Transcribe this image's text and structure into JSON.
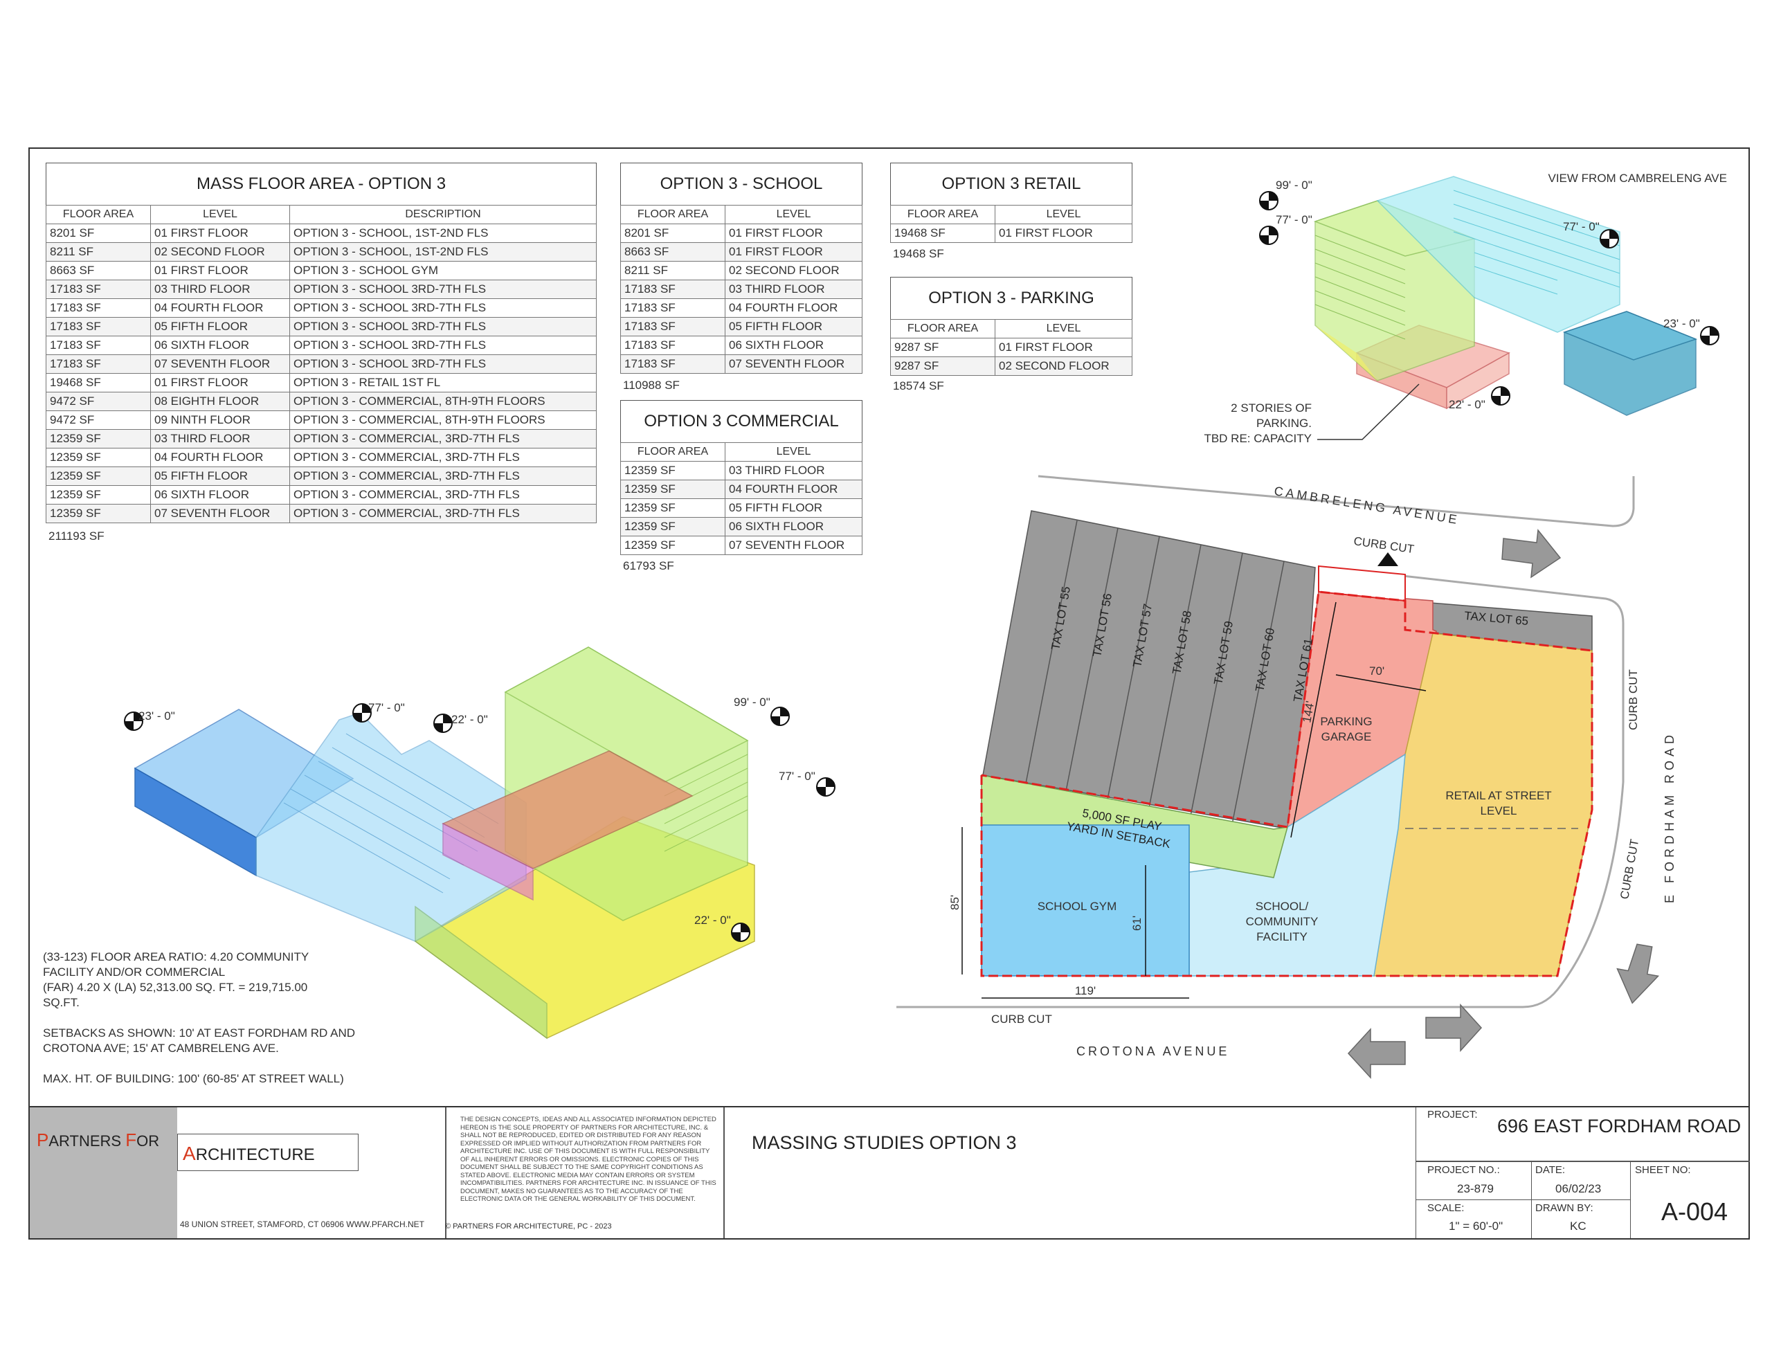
{
  "mass_table": {
    "title": "MASS FLOOR AREA - OPTION 3",
    "headers": [
      "FLOOR AREA",
      "LEVEL",
      "DESCRIPTION"
    ],
    "rows": [
      [
        "8201 SF",
        "01 FIRST FLOOR",
        "OPTION 3 - SCHOOL, 1ST-2ND FLS"
      ],
      [
        "8211 SF",
        "02 SECOND FLOOR",
        "OPTION 3 - SCHOOL, 1ST-2ND FLS"
      ],
      [
        "8663 SF",
        "01 FIRST FLOOR",
        "OPTION 3 - SCHOOL GYM"
      ],
      [
        "17183 SF",
        "03 THIRD FLOOR",
        "OPTION 3 - SCHOOL 3RD-7TH FLS"
      ],
      [
        "17183 SF",
        "04 FOURTH FLOOR",
        "OPTION 3 - SCHOOL 3RD-7TH FLS"
      ],
      [
        "17183 SF",
        "05 FIFTH FLOOR",
        "OPTION 3 - SCHOOL 3RD-7TH FLS"
      ],
      [
        "17183 SF",
        "06 SIXTH FLOOR",
        "OPTION 3 - SCHOOL 3RD-7TH FLS"
      ],
      [
        "17183 SF",
        "07 SEVENTH FLOOR",
        "OPTION 3 - SCHOOL 3RD-7TH FLS"
      ],
      [
        "19468 SF",
        "01 FIRST FLOOR",
        "OPTION 3 - RETAIL 1ST FL"
      ],
      [
        "9472 SF",
        "08 EIGHTH FLOOR",
        "OPTION 3 - COMMERCIAL, 8TH-9TH FLOORS"
      ],
      [
        "9472 SF",
        "09 NINTH FLOOR",
        "OPTION 3 - COMMERCIAL, 8TH-9TH FLOORS"
      ],
      [
        "12359 SF",
        "03 THIRD FLOOR",
        "OPTION 3 - COMMERCIAL, 3RD-7TH FLS"
      ],
      [
        "12359 SF",
        "04 FOURTH FLOOR",
        "OPTION 3 - COMMERCIAL, 3RD-7TH FLS"
      ],
      [
        "12359 SF",
        "05 FIFTH FLOOR",
        "OPTION 3 - COMMERCIAL, 3RD-7TH FLS"
      ],
      [
        "12359 SF",
        "06 SIXTH FLOOR",
        "OPTION 3 - COMMERCIAL, 3RD-7TH FLS"
      ],
      [
        "12359 SF",
        "07 SEVENTH FLOOR",
        "OPTION 3 - COMMERCIAL, 3RD-7TH FLS"
      ]
    ],
    "total": "211193 SF"
  },
  "school_table": {
    "title": "OPTION 3 - SCHOOL",
    "headers": [
      "FLOOR AREA",
      "LEVEL"
    ],
    "rows": [
      [
        "8201 SF",
        "01 FIRST FLOOR"
      ],
      [
        "8663 SF",
        "01 FIRST FLOOR"
      ],
      [
        "8211 SF",
        "02 SECOND FLOOR"
      ],
      [
        "17183 SF",
        "03 THIRD FLOOR"
      ],
      [
        "17183 SF",
        "04 FOURTH FLOOR"
      ],
      [
        "17183 SF",
        "05 FIFTH FLOOR"
      ],
      [
        "17183 SF",
        "06 SIXTH FLOOR"
      ],
      [
        "17183 SF",
        "07 SEVENTH FLOOR"
      ]
    ],
    "total": "110988 SF"
  },
  "commercial_table": {
    "title": "OPTION 3 COMMERCIAL",
    "headers": [
      "FLOOR AREA",
      "LEVEL"
    ],
    "rows": [
      [
        "12359 SF",
        "03 THIRD FLOOR"
      ],
      [
        "12359 SF",
        "04 FOURTH FLOOR"
      ],
      [
        "12359 SF",
        "05 FIFTH FLOOR"
      ],
      [
        "12359 SF",
        "06 SIXTH FLOOR"
      ],
      [
        "12359 SF",
        "07 SEVENTH FLOOR"
      ]
    ],
    "total": "61793 SF"
  },
  "retail_table": {
    "title": "OPTION 3 RETAIL",
    "headers": [
      "FLOOR AREA",
      "LEVEL"
    ],
    "rows": [
      [
        "19468 SF",
        "01 FIRST FLOOR"
      ]
    ],
    "total": "19468 SF"
  },
  "parking_table": {
    "title": "OPTION 3 - PARKING",
    "headers": [
      "FLOOR AREA",
      "LEVEL"
    ],
    "rows": [
      [
        "9287 SF",
        "01 FIRST FLOOR"
      ],
      [
        "9287 SF",
        "02 SECOND FLOOR"
      ]
    ],
    "total": "18574 SF"
  },
  "view_small": {
    "title": "VIEW FROM CAMBRELENG AVE",
    "elev_99": "99' - 0\"",
    "elev_77a": "77' - 0\"",
    "elev_77b": "77' - 0\"",
    "elev_23": "23' - 0\"",
    "elev_22": "22' - 0\"",
    "note_line1": "2 STORIES OF",
    "note_line2": "PARKING.",
    "note_line3": "TBD RE: CAPACITY"
  },
  "view_large": {
    "elev_23": "23' - 0\"",
    "elev_77a": "77' - 0\"",
    "elev_22a": "22' - 0\"",
    "elev_99": "99' - 0\"",
    "elev_77b": "77' - 0\"",
    "elev_22b": "22' - 0\""
  },
  "notes": {
    "far_line1": "(33-123) FLOOR AREA RATIO:   4.20 COMMUNITY",
    "far_line2": "FACILITY AND/OR COMMERCIAL",
    "far_line3": "(FAR) 4.20 X (LA) 52,313.00 SQ. FT. = 219,715.00",
    "far_line4": "SQ.FT.",
    "setback_line1": "SETBACKS AS SHOWN: 10' AT EAST FORDHAM RD AND",
    "setback_line2": "CROTONA AVE; 15' AT CAMBRELENG AVE.",
    "max_ht": "MAX. HT. OF BUILDING: 100' (60-85' AT STREET WALL)"
  },
  "site_plan": {
    "street_north": "CAMBRELENG   AVENUE",
    "street_south": "CROTONA AVENUE",
    "street_east": "E  FORDHAM   ROAD",
    "curb_cut_n": "CURB CUT",
    "curb_cut_e1": "CURB CUT",
    "curb_cut_e2": "CURB CUT",
    "curb_cut_s": "CURB CUT",
    "lots": [
      "TAX LOT 55",
      "TAX LOT 56",
      "TAX LOT 57",
      "TAX LOT 58",
      "TAX LOT 59",
      "TAX LOT 60",
      "TAX LOT 61"
    ],
    "lot_65": "TAX LOT 65",
    "parking_l1": "PARKING",
    "parking_l2": "GARAGE",
    "retail_l1": "RETAIL AT STREET",
    "retail_l2": "LEVEL",
    "play_l1": "5,000 SF PLAY",
    "play_l2": "YARD IN SETBACK",
    "gym": "SCHOOL GYM",
    "community_l1": "SCHOOL/",
    "community_l2": "COMMUNITY",
    "community_l3": "FACILITY",
    "dim_70": "70'",
    "dim_144": "144'",
    "dim_85": "85'",
    "dim_61": "61'",
    "dim_119": "119'"
  },
  "title_block": {
    "firm_p": "P",
    "firm_artners": "ARTNERS ",
    "firm_f": "F",
    "firm_or": "OR",
    "firm_a": "A",
    "firm_rchitecture": "RCHITECTURE",
    "address": "48 UNION STREET, STAMFORD, CT 06906   WWW.PFARCH.NET",
    "disclaimer": "THE DESIGN CONCEPTS, IDEAS AND ALL ASSOCIATED INFORMATION DEPICTED HEREON IS THE SOLE PROPERTY OF PARTNERS FOR ARCHITECTURE, INC. & SHALL NOT BE REPRODUCED, EDITED OR DISTRIBUTED FOR ANY REASON EXPRESSED OR IMPLIED WITHOUT AUTHORIZATION FROM PARTNERS FOR ARCHITECTURE INC. USE OF THIS DOCUMENT IS WITH FULL RESPONSIBILITY OF ALL INHERENT ERRORS OR OMISSIONS. ELECTRONIC COPIES OF THIS DOCUMENT SHALL BE SUBJECT TO THE SAME COPYRIGHT CONDITIONS AS STATED ABOVE. ELECTRONIC MEDIA MAY CONTAIN ERRORS OR SYSTEM INCOMPATIBILITIES. PARTNERS FOR ARCHITECTURE INC. IN ISSUANCE OF THIS DOCUMENT, MAKES NO GUARANTEES AS TO THE ACCURACY OF THE ELECTRONIC DATA OR THE GENERAL WORKABILITY OF THIS DOCUMENT.",
    "copyright": "© PARTNERS FOR ARCHITECTURE, PC - 2023",
    "sheet_title": "MASSING STUDIES OPTION 3",
    "project_label": "PROJECT:",
    "project_name": "696 EAST FORDHAM ROAD",
    "project_no_label": "PROJECT NO.:",
    "project_no": "23-879",
    "date_label": "DATE:",
    "date": "06/02/23",
    "sheet_no_label": "SHEET NO:",
    "sheet_no": "A-004",
    "scale_label": "SCALE:",
    "scale": "1\" = 60'-0\"",
    "drawn_by_label": "DRAWN BY:",
    "drawn_by": "KC"
  },
  "colors": {
    "school_blue": "#5aa8e8",
    "gym_blue": "#8dd2f5",
    "community_blue": "#cdeefa",
    "green": "#c8e89a",
    "parking_red": "#f4a8a0",
    "retail_yellow": "#f6d77a",
    "lot_gray": "#9a9a9a",
    "commercial_green": "#b8f07a",
    "retail_mass_yellow": "#f3ec5a",
    "brand_red": "#d63a1e"
  }
}
